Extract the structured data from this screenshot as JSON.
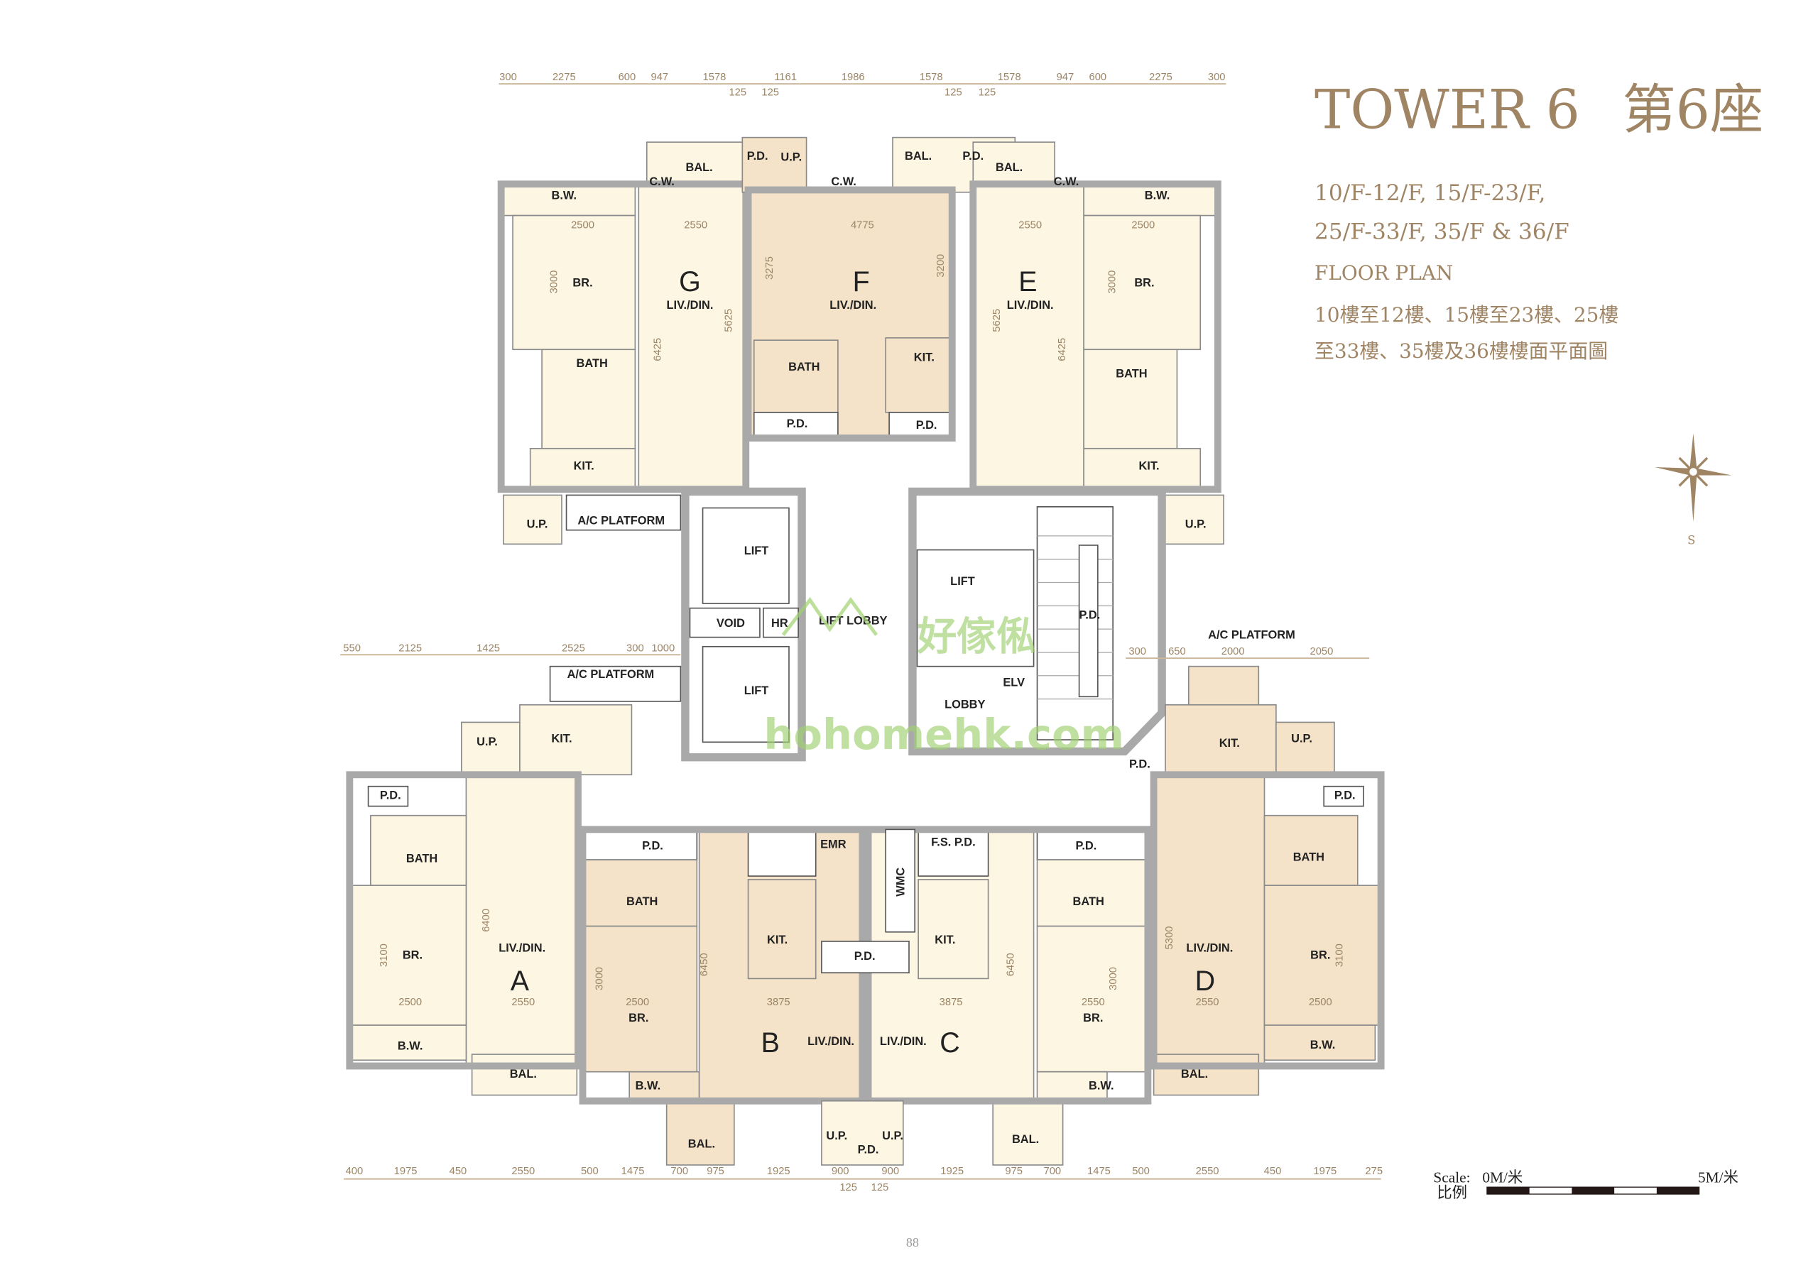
{
  "header": {
    "title": "TOWER 6",
    "title_zh": "第6座",
    "floors_line1": "10/F-12/F, 15/F-23/F,",
    "floors_line2": "25/F-33/F, 35/F & 36/F",
    "plan_label": "FLOOR PLAN",
    "zh_line1": "10樓至12樓、15樓至23樓、25樓",
    "zh_line2": "至33樓、35樓及36樓樓面平面圖"
  },
  "compass": {
    "letter": "S"
  },
  "scale": {
    "label": "Scale:",
    "label_zh": "比例",
    "start": "0M/米",
    "end": "5M/米"
  },
  "page_number": "88",
  "watermark": {
    "zh": "好傢俬",
    "url": "hohomehk.com"
  },
  "units": {
    "A": {
      "letter": "A",
      "liv": "LIV./DIN.",
      "br": "BR.",
      "bath": "BATH",
      "kit": "KIT.",
      "up": "U.P.",
      "bw": "B.W.",
      "bal": "BAL.",
      "pd": "P.D.",
      "ac": "A/C PLATFORM"
    },
    "B": {
      "letter": "B",
      "liv": "LIV./DIN.",
      "br": "BR.",
      "bath": "BATH",
      "kit": "KIT.",
      "bw": "B.W.",
      "bal": "BAL.",
      "pd": "P.D.",
      "emr": "EMR"
    },
    "C": {
      "letter": "C",
      "liv": "LIV./DIN.",
      "br": "BR.",
      "bath": "BATH",
      "kit": "KIT.",
      "bw": "B.W.",
      "bal": "BAL.",
      "pd": "P.D.",
      "fspd": "F.S. P.D."
    },
    "D": {
      "letter": "D",
      "liv": "LIV./DIN.",
      "br": "BR.",
      "bath": "BATH",
      "kit": "KIT.",
      "up": "U.P.",
      "bw": "B.W.",
      "bal": "BAL.",
      "pd": "P.D.",
      "ac": "A/C PLATFORM"
    },
    "E": {
      "letter": "E",
      "liv": "LIV./DIN.",
      "br": "BR.",
      "bath": "BATH",
      "kit": "KIT.",
      "up": "U.P.",
      "bw": "B.W.",
      "bal": "BAL.",
      "cw": "C.W.",
      "pd": "P.D."
    },
    "F": {
      "letter": "F",
      "liv": "LIV./DIN.",
      "bath": "BATH",
      "kit": "KIT.",
      "up": "U.P.",
      "bal": "BAL.",
      "cw": "C.W.",
      "pd": "P.D."
    },
    "G": {
      "letter": "G",
      "liv": "LIV./DIN.",
      "br": "BR.",
      "bath": "BATH",
      "kit": "KIT.",
      "up": "U.P.",
      "bw": "B.W.",
      "bal": "BAL.",
      "cw": "C.W.",
      "ac": "A/C PLATFORM"
    }
  },
  "core": {
    "lift": "LIFT",
    "void": "VOID",
    "hr": "HR",
    "lift_lobby": "LIFT LOBBY",
    "lobby": "LOBBY",
    "elv": "ELV",
    "pd": "P.D.",
    "wmc": "WMC",
    "up": "U.P."
  },
  "dims_top": [
    "300",
    "2275",
    "600",
    "947",
    "1578",
    "125",
    "125",
    "1161",
    "1986",
    "1578",
    "125",
    "125",
    "1578",
    "947",
    "600",
    "2275",
    "300"
  ],
  "dims_bottom": [
    "400",
    "1975",
    "450",
    "2550",
    "500",
    "1475",
    "700",
    "975",
    "1925",
    "900",
    "125",
    "125",
    "900",
    "1925",
    "975",
    "700",
    "1475",
    "500",
    "2550",
    "450",
    "1975",
    "275"
  ],
  "dims_mid_left": [
    "550",
    "2125",
    "1425",
    "2525",
    "300",
    "1000"
  ],
  "dims_mid_right": [
    "300",
    "650",
    "2000",
    "2050"
  ],
  "dims_top_units": [
    "2500",
    "2550",
    "4775",
    "2550",
    "2500",
    "3275",
    "3200",
    "5625",
    "5625",
    "6425",
    "6425",
    "3000",
    "3000"
  ],
  "dims_bottom_units": [
    "2550",
    "2500",
    "3875",
    "3875",
    "2500",
    "2550",
    "6400",
    "6450",
    "6450",
    "5300",
    "3100",
    "3100",
    "3000",
    "3000"
  ]
}
